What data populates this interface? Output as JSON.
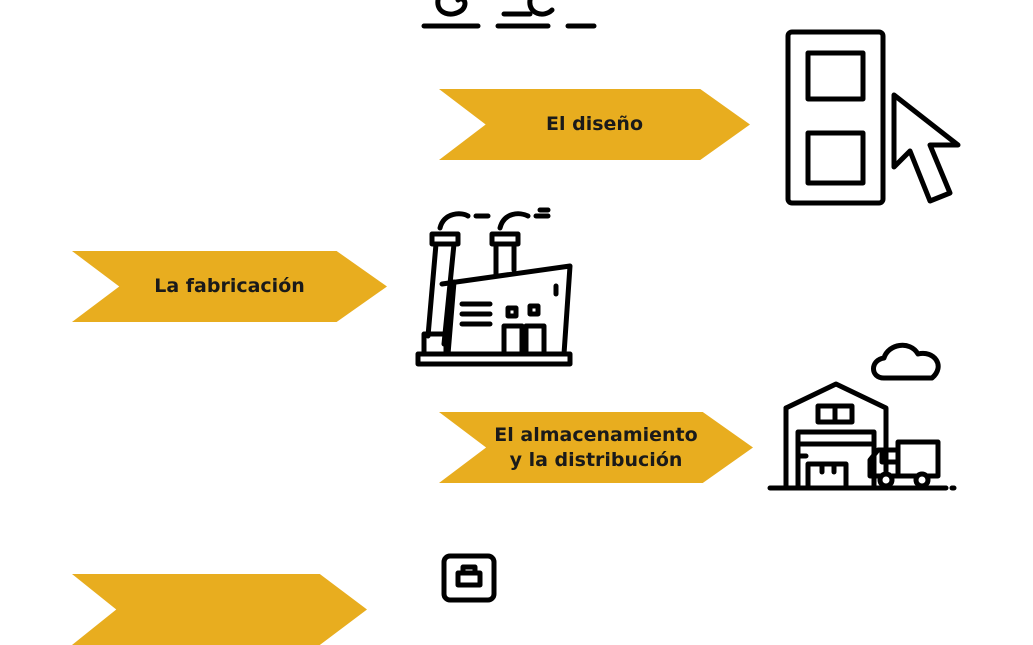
{
  "steps": {
    "design": {
      "label": "El diseño",
      "icon": "window-cursor-icon"
    },
    "manufacturing": {
      "label": "La fabricación",
      "icon": "factory-icon"
    },
    "storage": {
      "label_line1": "El almacenamiento",
      "label_line2": "y la distribución",
      "icon": "warehouse-truck-icon"
    },
    "retail": {
      "label": "",
      "icon": "shopping-bag-icon"
    },
    "top": {
      "icon": "wind-icon"
    }
  },
  "colors": {
    "accent": "#e8ad1f",
    "ink": "#000000",
    "text": "#1a1a1a"
  }
}
